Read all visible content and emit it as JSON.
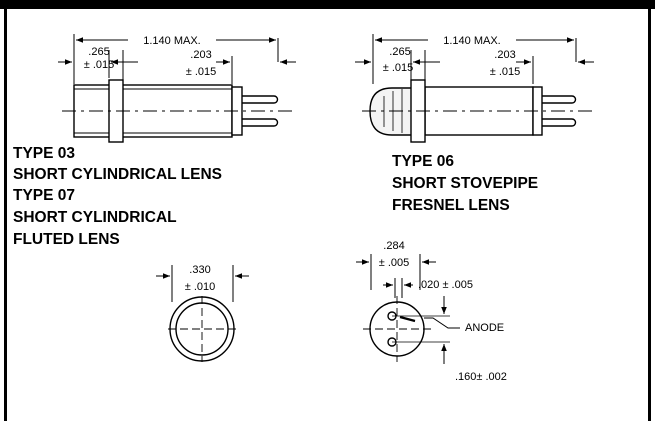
{
  "left_part": {
    "overall_length": "1.140 MAX.",
    "collar_width": ".265",
    "collar_tol": "± .015",
    "pin_length": ".203",
    "pin_tol": "± .015",
    "title_lines": [
      "TYPE 03",
      "SHORT CYLINDRICAL LENS",
      "TYPE 07",
      "SHORT CYLINDRICAL",
      "FLUTED LENS"
    ]
  },
  "right_part": {
    "overall_length": "1.140 MAX.",
    "collar_width": ".265",
    "collar_tol": "± .015",
    "pin_length": ".203",
    "pin_tol": "± .015",
    "title_lines": [
      "TYPE 06",
      "SHORT STOVEPIPE",
      "FRESNEL LENS"
    ]
  },
  "end_view_left": {
    "diameter": ".330",
    "diameter_tol": "± .010"
  },
  "end_view_right": {
    "width": ".284",
    "width_tol": "± .005",
    "offset": ".020 ± .005",
    "anode_label": "ANODE",
    "pin_spacing": ".160± .002"
  }
}
